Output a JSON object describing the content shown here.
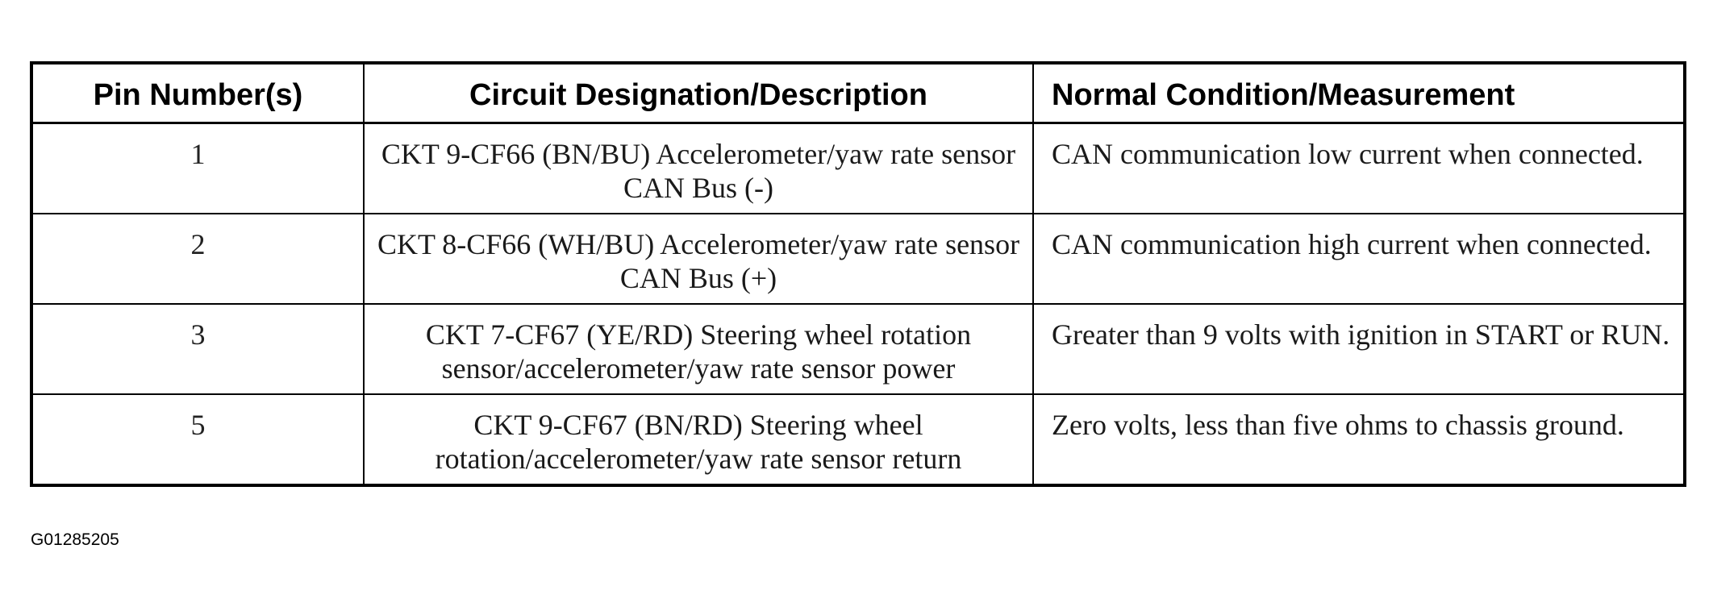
{
  "table": {
    "headers": {
      "pin": "Pin Number(s)",
      "circuit": "Circuit Designation/Description",
      "condition": "Normal Condition/Measurement"
    },
    "rows": [
      {
        "pin": "1",
        "circuit": "CKT 9-CF66 (BN/BU) Accelerometer/yaw rate sensor CAN Bus (-)",
        "condition": "CAN communication low current when connected."
      },
      {
        "pin": "2",
        "circuit": "CKT 8-CF66 (WH/BU) Accelerometer/yaw rate sensor CAN Bus (+)",
        "condition": "CAN communication high current when connected."
      },
      {
        "pin": "3",
        "circuit": "CKT 7-CF67 (YE/RD) Steering wheel rotation sensor/accelerometer/yaw rate sensor power",
        "condition": "Greater than 9 volts with ignition in START or RUN."
      },
      {
        "pin": "5",
        "circuit": "CKT 9-CF67 (BN/RD) Steering wheel rotation/accelerometer/yaw rate sensor return",
        "condition": "Zero volts, less than five ohms to chassis ground."
      }
    ]
  },
  "figure_id": "G01285205"
}
